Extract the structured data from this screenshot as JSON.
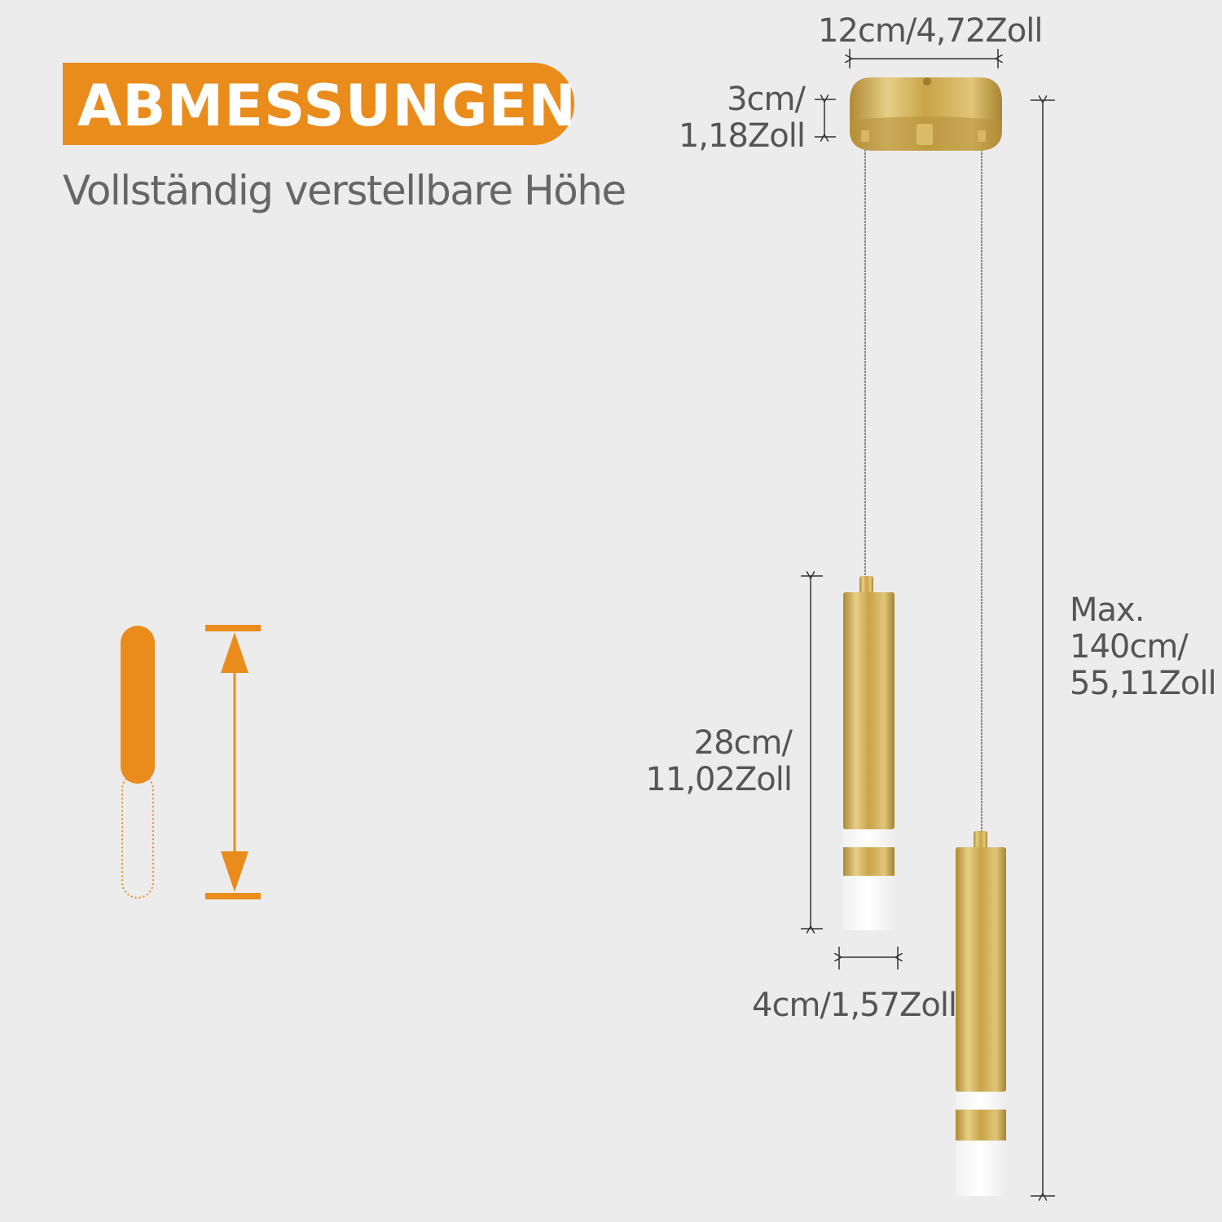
{
  "header": {
    "title": "ABMESSUNGEN",
    "subtitle": "Vollständig verstellbare Höhe"
  },
  "dimensions": {
    "canopy_width": "12cm/4,72Zoll",
    "canopy_height_line1": "3cm/",
    "canopy_height_line2": "1,18Zoll",
    "shade_length_line1": "28cm/",
    "shade_length_line2": "11,02Zoll",
    "shade_diameter": "4cm/1,57Zoll",
    "max_height_line1": "Max.",
    "max_height_line2": "140cm/",
    "max_height_line3": "55,11Zoll"
  },
  "colors": {
    "accent": "#e98c1c",
    "background": "#ececed",
    "gold": "#c9a447",
    "text": "#555555"
  }
}
